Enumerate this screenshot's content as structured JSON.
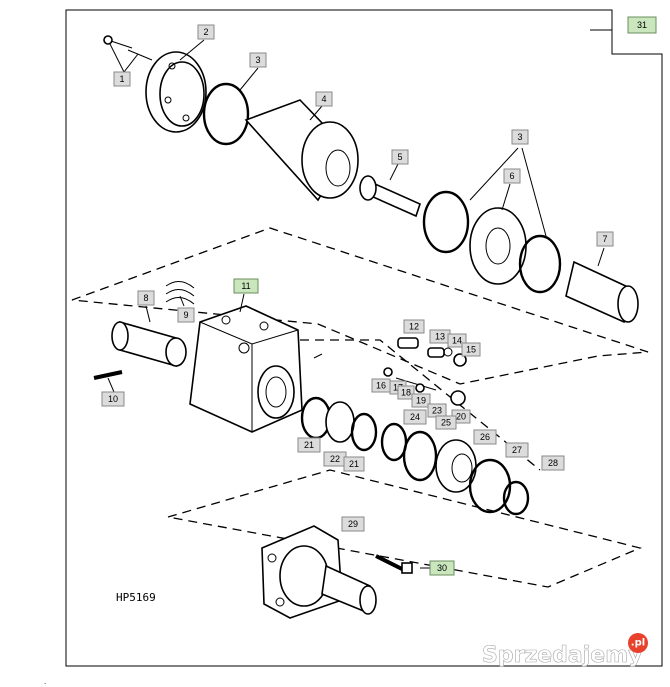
{
  "diagram": {
    "reference_code": "HP5169",
    "callouts": [
      "1",
      "2",
      "3",
      "4",
      "5",
      "3",
      "6",
      "7",
      "8",
      "9",
      "10",
      "11",
      "12",
      "13",
      "14",
      "15",
      "16",
      "17",
      "18",
      "19",
      "20",
      "21",
      "22",
      "21",
      "23",
      "24",
      "25",
      "26",
      "27",
      "28",
      "29",
      "30",
      "31"
    ],
    "highlighted_callouts": [
      "11",
      "30",
      "31"
    ]
  },
  "watermark": {
    "text": "Sprzedajemy",
    "badge": ".pl"
  },
  "colors": {
    "callout_fill": "#dcdcdc",
    "callout_highlight": "#c9e6bd",
    "line": "#000000"
  }
}
